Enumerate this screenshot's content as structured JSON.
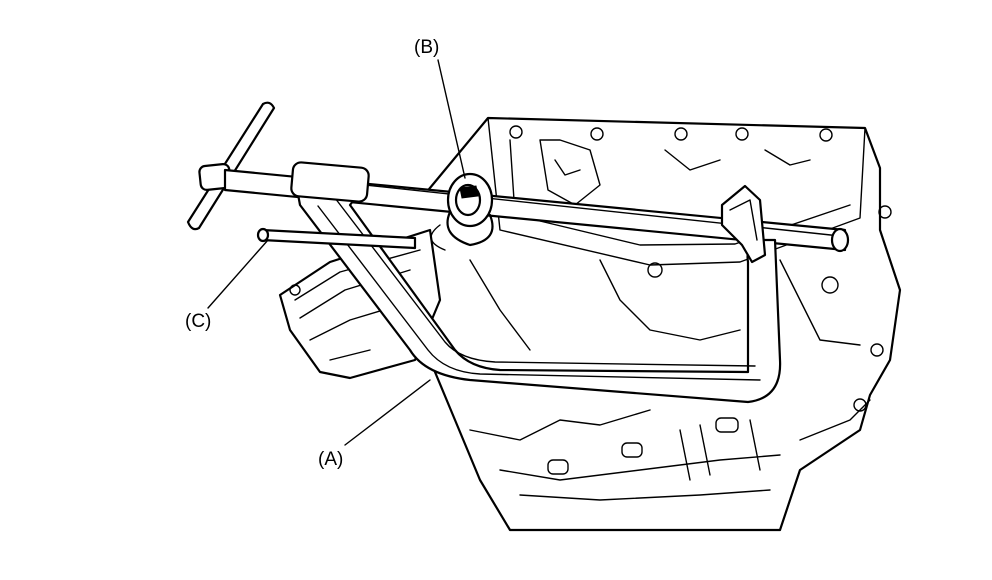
{
  "figure": {
    "callouts": {
      "a": "(A)",
      "b": "(B)",
      "c": "(C)"
    },
    "colors": {
      "ink": "#000000",
      "paper": "#ffffff"
    }
  }
}
